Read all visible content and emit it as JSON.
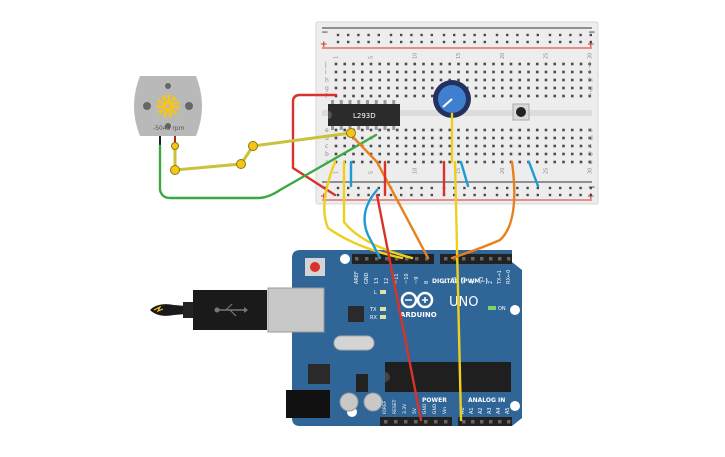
{
  "motor": {
    "label": "-5043 rpm",
    "body_color": "#b9b9b9",
    "gear_color": "#f5c518"
  },
  "breadboard": {
    "row_letters_top": [
      "j",
      "i",
      "h",
      "g",
      "f"
    ],
    "row_letters_bottom": [
      "e",
      "d",
      "c",
      "b",
      "a"
    ],
    "col_numbers_top": [
      "1",
      "",
      "",
      "",
      "5",
      "",
      "",
      "",
      "",
      "10",
      "",
      "",
      "",
      "",
      "15",
      "",
      "",
      "",
      "",
      "20",
      "",
      "",
      "",
      "",
      "25",
      "",
      "",
      "",
      "",
      "30"
    ],
    "col_numbers_bottom": [
      "1",
      "",
      "",
      "",
      "5",
      "",
      "",
      "",
      "",
      "10",
      "",
      "",
      "",
      "",
      "15",
      "",
      "",
      "",
      "",
      "20",
      "",
      "",
      "",
      "",
      "25",
      "",
      "",
      "",
      "",
      "30"
    ],
    "rail_plus": "+",
    "rail_minus": "−"
  },
  "chip": {
    "label": "L293D"
  },
  "arduino": {
    "logo_text": "ARDUINO",
    "model": "UNO",
    "digital_label": "DIGITAL (PWM~)",
    "power_label": "POWER",
    "analog_label": "ANALOG IN",
    "on_label": "ON",
    "led_l": "L",
    "led_tx": "TX",
    "led_rx": "RX",
    "header_top_left": [
      "AREF",
      "GND",
      "13",
      "12",
      "~11",
      "~10",
      "~9",
      "8"
    ],
    "header_top_right": [
      "7",
      "~6",
      "~5",
      "4",
      "~3",
      "2",
      "TX→1",
      "RX←0"
    ],
    "header_power": [
      "IOREF",
      "RESET",
      "3.3V",
      "5V",
      "GND",
      "GND",
      "Vin"
    ],
    "header_analog": [
      "A0",
      "A1",
      "A2",
      "A3",
      "A4",
      "A5"
    ],
    "board_color": "#2f6597"
  },
  "wire_colors": {
    "red": "#d8322b",
    "green": "#3aa843",
    "yellow": "#f0cf1c",
    "orange": "#e8801d",
    "blue": "#1e9ad6",
    "lead": "#c9c23a"
  }
}
